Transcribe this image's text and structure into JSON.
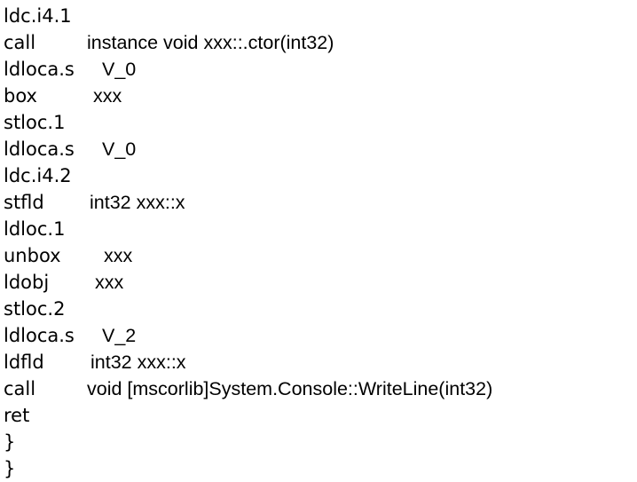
{
  "code_lines": [
    {
      "op": "ldc.i4.1",
      "arg": ""
    },
    {
      "op": "call",
      "arg": "instance void xxx::.ctor(int32)"
    },
    {
      "op": "ldloca.s",
      "arg": "V_0"
    },
    {
      "op": "box",
      "arg": "xxx"
    },
    {
      "op": "stloc.1",
      "arg": ""
    },
    {
      "op": "ldloca.s",
      "arg": "V_0"
    },
    {
      "op": "ldc.i4.2",
      "arg": ""
    },
    {
      "op": "stfld",
      "arg": "int32 xxx::x"
    },
    {
      "op": "ldloc.1",
      "arg": ""
    },
    {
      "op": "unbox",
      "arg": "xxx"
    },
    {
      "op": "ldobj",
      "arg": "xxx"
    },
    {
      "op": "stloc.2",
      "arg": ""
    },
    {
      "op": "ldloca.s",
      "arg": "V_2"
    },
    {
      "op": "ldfld",
      "arg": "int32 xxx::x"
    },
    {
      "op": "call",
      "arg": "void [mscorlib]System.Console::WriteLine(int32)"
    },
    {
      "op": "ret",
      "arg": ""
    },
    {
      "op": "}",
      "arg": ""
    },
    {
      "op": "}",
      "arg": ""
    }
  ]
}
